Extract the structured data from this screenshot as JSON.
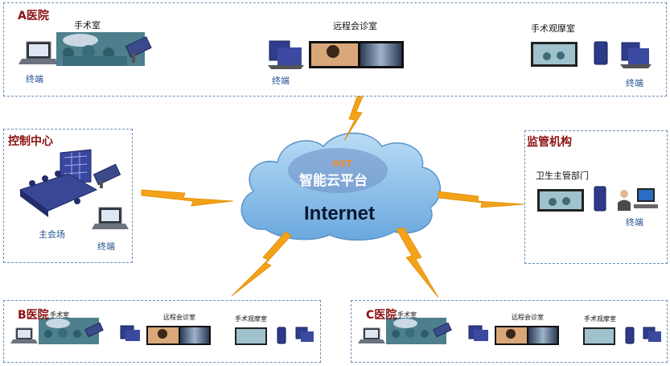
{
  "cloud": {
    "title": "HST",
    "name": "智能云平台",
    "network": "Internet"
  },
  "hospital_a": {
    "title": "A医院",
    "surgery": "手术室",
    "consult": "远程会诊室",
    "observe": "手术观摩室",
    "terminal_1": "终端",
    "terminal_2": "终端",
    "terminal_3": "终端"
  },
  "control": {
    "title": "控制中心",
    "main_venue": "主会场",
    "terminal": "终端"
  },
  "regulator": {
    "title": "监管机构",
    "dept": "卫生主管部门",
    "terminal": "终端"
  },
  "hospital_b": {
    "title": "B医院",
    "surgery": "手术室",
    "consult": "远程会诊室",
    "observe": "手术观摩室"
  },
  "hospital_c": {
    "title": "C医院",
    "surgery": "手术室",
    "consult": "远程会诊室",
    "observe": "手术观摩室"
  },
  "colors": {
    "box_border": "#6a8fb8",
    "title": "#8b1010",
    "terminal_text": "#1f4f8f",
    "cloud": "#8ec1ea",
    "bolt": "#f4a21a"
  }
}
